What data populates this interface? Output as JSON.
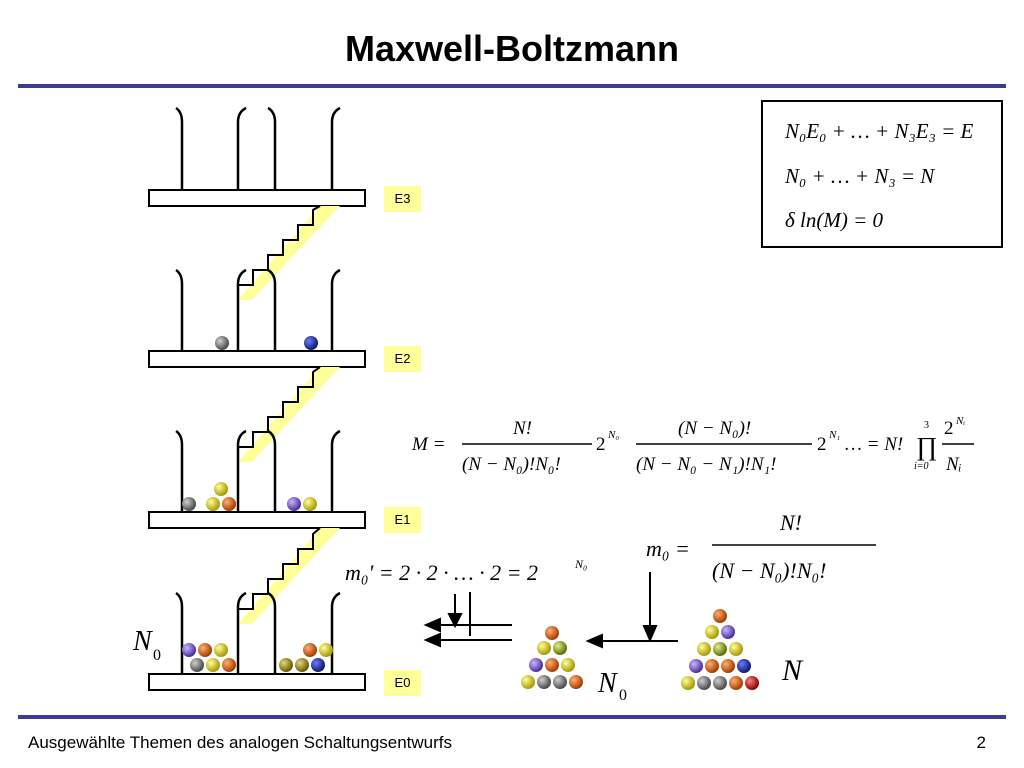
{
  "title": "Maxwell-Boltzmann",
  "footer": {
    "text": "Ausgewählte Themen des analogen Schaltungsentwurfs",
    "page": "2"
  },
  "levels": [
    "E3",
    "E2",
    "E1",
    "E0"
  ],
  "labels": {
    "n0_left": "N",
    "n0_left_sub": "0",
    "n0_small": "N",
    "n0_small_sub": "0",
    "n_large": "N"
  },
  "box_equations": {
    "eq1": "N₀E₀ + … + N₃E₃ = E",
    "eq2": "N₀ + … + N₃ = N",
    "eq3": "δ ln(M) = 0"
  },
  "formula_M": {
    "lhs": "M =",
    "f1_num": "N!",
    "f1_den": "(N − N₀)!N₀!",
    "pow1_base": "2",
    "pow1_exp": "N₀",
    "f2_num": "(N − N₀)!",
    "f2_den": "(N − N₀ − N₁)!N₁!",
    "pow2_base": "2",
    "pow2_exp": "N₁",
    "tail": "… = N!",
    "prod_top": "3",
    "prod_bottom": "i=0",
    "f3_num_base": "2",
    "f3_num_exp": "Nᵢ",
    "f3_den": "Nᵢ"
  },
  "formula_m0prime": {
    "lhs": "m₀' = 2 · 2 · … · 2 = 2",
    "exp": "N₀"
  },
  "formula_m0": {
    "lhs": "m₀ =",
    "num": "N!",
    "den": "(N − N₀)!N₀!"
  },
  "colors": {
    "gray": "#666666",
    "blue": "#1f2a9a",
    "yellow": "#d9c800",
    "orange": "#d95a10",
    "purple": "#7b5fc9",
    "olive": "#9a8a1a",
    "green": "#8aa61a",
    "red": "#cc1111",
    "highlight": "#ffff99",
    "rule": "#3b3b98"
  }
}
